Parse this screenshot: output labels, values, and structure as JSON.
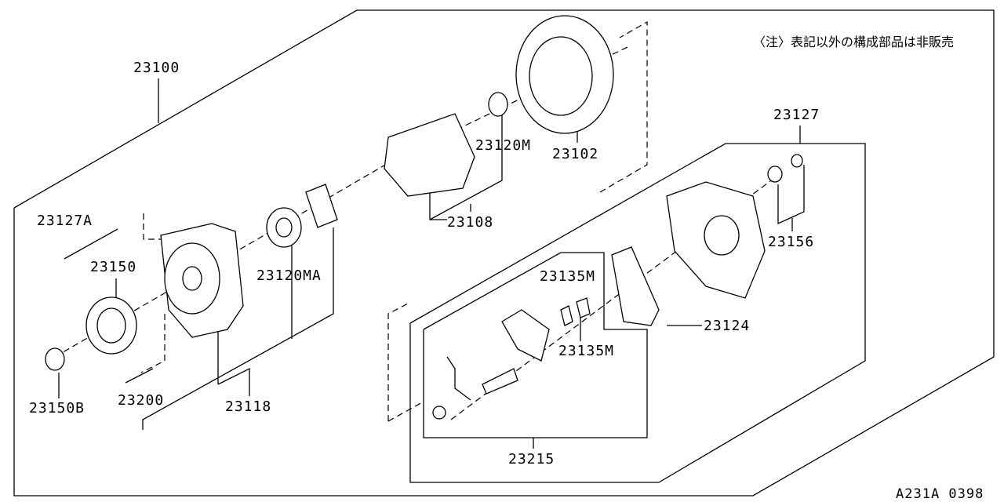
{
  "note": "〈注〉表記以外の構成部品は非販売",
  "diagram_code": "A231A 0398",
  "labels": {
    "alternator_assy": "23100",
    "bolt_through": "23127A",
    "pulley": "23150",
    "pulley_nut": "23150B",
    "bolt": "23200",
    "front_cover": "23118",
    "front_bearing": "23120MA",
    "rotor": "23108",
    "rear_bearing": "23120M",
    "stator": "23102",
    "rear_cover_assy": "23127",
    "rear_cover_nuts": "23156",
    "diode_assy": "23124",
    "brush_top": "23135M",
    "brush_bottom": "23135M",
    "regulator": "23215"
  }
}
